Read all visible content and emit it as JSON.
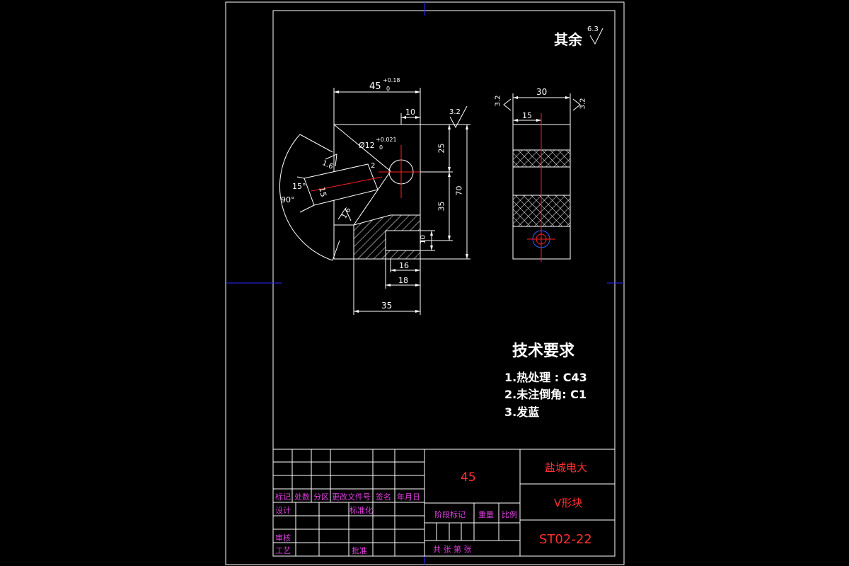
{
  "drawing": {
    "roughness_note": {
      "label": "其余",
      "value": "6.3"
    },
    "front_view": {
      "dims": {
        "width_top": "45",
        "width_top_tol_upper": "+0.18",
        "width_top_tol_lower": "0",
        "ten": "10",
        "hole_dia": "Ø12",
        "hole_tol_upper": "+0.021",
        "hole_tol_lower": "0",
        "h25": "25",
        "h35": "35",
        "h70": "70",
        "h10": "10",
        "w16": "16",
        "w18": "18",
        "w35": "35",
        "angle_90": "90°",
        "angle_15": "15°",
        "slot_15": "15",
        "two": "2",
        "rough_32": "3.2",
        "rough_16a": "1.6",
        "rough_16b": "1.6"
      }
    },
    "side_view": {
      "dims": {
        "w30": "30",
        "w15": "15",
        "rough_left": "3.2",
        "rough_right": "3.2"
      }
    }
  },
  "tech_requirements": {
    "title": "技术要求",
    "items": [
      "1.热处理 : C43",
      "2.未注倒角: C1",
      "3.发蓝"
    ]
  },
  "title_block": {
    "material": "45",
    "school": "盐城电大",
    "part_name": "V形块",
    "drawing_no": "ST02-22",
    "labels": {
      "mark": "标记",
      "count": "处数",
      "zone": "分区",
      "change_doc": "更改文件号",
      "sign": "签名",
      "date": "年月日",
      "design": "设计",
      "standard": "标准化",
      "stage": "阶段标记",
      "weight": "重量",
      "scale": "比例",
      "review": "审核",
      "process": "工艺",
      "approve": "批准",
      "sheets": "共    张  第    张"
    }
  },
  "colors": {
    "line": "#ffffff",
    "center": "#ff2020",
    "frame": "#1a1aff",
    "label": "#e040e0"
  }
}
